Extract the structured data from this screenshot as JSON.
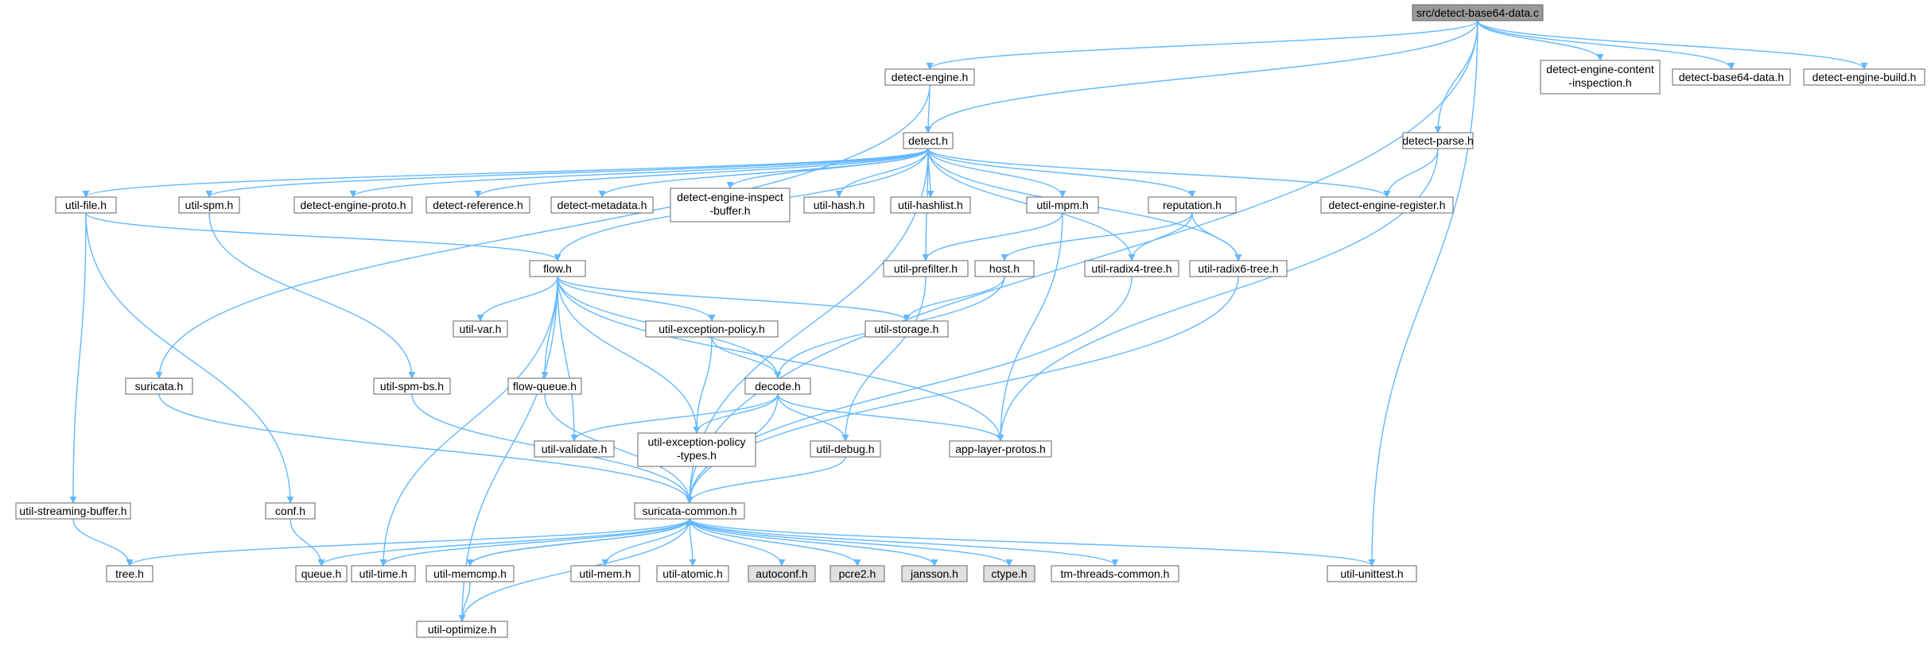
{
  "colors": {
    "edge": "#63b8ff",
    "node_border": "#666666",
    "node_fill": "#ffffff",
    "root_fill": "#999999",
    "highlight_border": "#ff0000",
    "system_fill": "#e0e0e0"
  },
  "nodes": {
    "root": "src/detect-base64-data.c",
    "detect_engine": "detect-engine.h",
    "detect_engine_content_inspection": [
      "detect-engine-content",
      "-inspection.h"
    ],
    "detect_base64_data": "detect-base64-data.h",
    "detect_engine_build": "detect-engine-build.h",
    "detect": "detect.h",
    "detect_parse": "detect-parse.h",
    "util_file": "util-file.h",
    "util_spm": "util-spm.h",
    "detect_engine_proto": "detect-engine-proto.h",
    "detect_reference": "detect-reference.h",
    "detect_metadata": "detect-metadata.h",
    "detect_engine_inspect_buffer": [
      "detect-engine-inspect",
      "-buffer.h"
    ],
    "util_hash": "util-hash.h",
    "util_hashlist": "util-hashlist.h",
    "util_mpm": "util-mpm.h",
    "reputation": "reputation.h",
    "detect_engine_register": "detect-engine-register.h",
    "flow": "flow.h",
    "util_prefilter": "util-prefilter.h",
    "host": "host.h",
    "util_radix4_tree": "util-radix4-tree.h",
    "util_radix6_tree": "util-radix6-tree.h",
    "util_var": "util-var.h",
    "util_exception_policy": "util-exception-policy.h",
    "util_storage": "util-storage.h",
    "suricata": "suricata.h",
    "util_spm_bs": "util-spm-bs.h",
    "flow_queue": "flow-queue.h",
    "decode": "decode.h",
    "util_validate": "util-validate.h",
    "util_exception_policy_types": [
      "util-exception-policy",
      "-types.h"
    ],
    "util_debug": "util-debug.h",
    "app_layer_protos": "app-layer-protos.h",
    "util_streaming_buffer": "util-streaming-buffer.h",
    "conf": "conf.h",
    "suricata_common": "suricata-common.h",
    "tree": "tree.h",
    "queue": "queue.h",
    "util_time": "util-time.h",
    "util_memcmp": "util-memcmp.h",
    "util_mem": "util-mem.h",
    "util_atomic": "util-atomic.h",
    "autoconf": "autoconf.h",
    "pcre2": "pcre2.h",
    "jansson": "jansson.h",
    "ctype": "ctype.h",
    "tm_threads_common": "tm-threads-common.h",
    "util_unittest": "util-unittest.h",
    "util_optimize": "util-optimize.h"
  }
}
